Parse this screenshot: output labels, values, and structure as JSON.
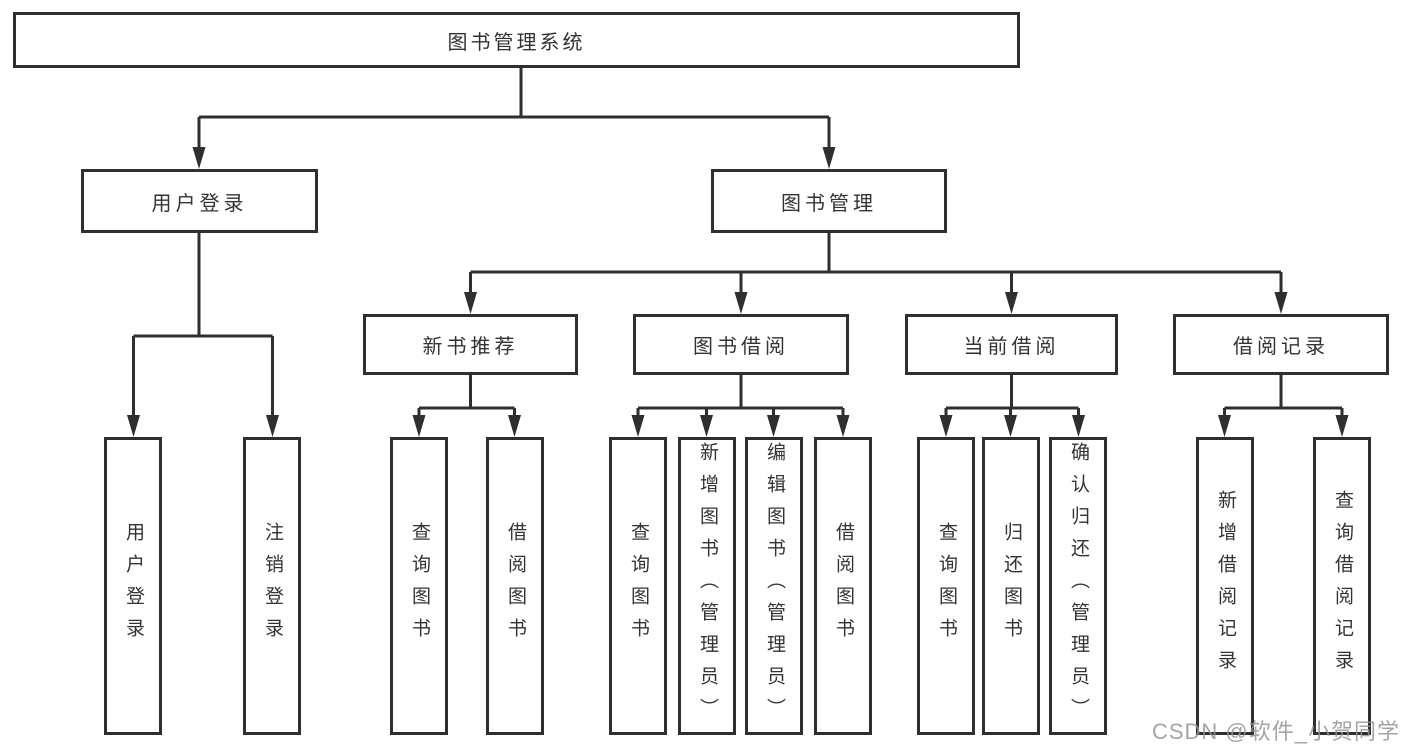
{
  "colors": {
    "line": "#2f2f2f",
    "box_background": "#ffffff",
    "text": "#333333",
    "watermark": "#949494",
    "background": "#ffffff"
  },
  "tree": {
    "root": {
      "label": "图书管理系统"
    },
    "branches": [
      {
        "label": "用户登录",
        "children": [
          {
            "label": "用户登录"
          },
          {
            "label": "注销登录"
          }
        ]
      },
      {
        "label": "图书管理",
        "children": [
          {
            "label": "新书推荐",
            "children": [
              {
                "label": "查询图书"
              },
              {
                "label": "借阅图书"
              }
            ]
          },
          {
            "label": "图书借阅",
            "children": [
              {
                "label": "查询图书"
              },
              {
                "label": "新增图书（管理员）"
              },
              {
                "label": "编辑图书（管理员）"
              },
              {
                "label": "借阅图书"
              }
            ]
          },
          {
            "label": "当前借阅",
            "children": [
              {
                "label": "查询图书"
              },
              {
                "label": "归还图书"
              },
              {
                "label": "确认归还（管理员）"
              }
            ]
          },
          {
            "label": "借阅记录",
            "children": [
              {
                "label": "新增借阅记录"
              },
              {
                "label": "查询借阅记录"
              }
            ]
          }
        ]
      }
    ]
  },
  "watermark": {
    "text": "CSDN @软件_小贺同学"
  }
}
